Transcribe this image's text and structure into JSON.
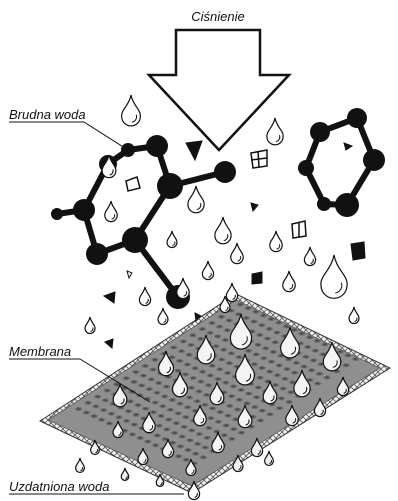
{
  "labels": {
    "pressure": "Ciśnienie",
    "dirty_water": "Brudna woda",
    "membrane": "Membrana",
    "treated_water": "Uzdatniona woda"
  },
  "colors": {
    "ink": "#111111",
    "membrane_surface": "#8f8f8f",
    "membrane_edge": "#d9d9d9",
    "drop_fill": "#ffffff"
  }
}
